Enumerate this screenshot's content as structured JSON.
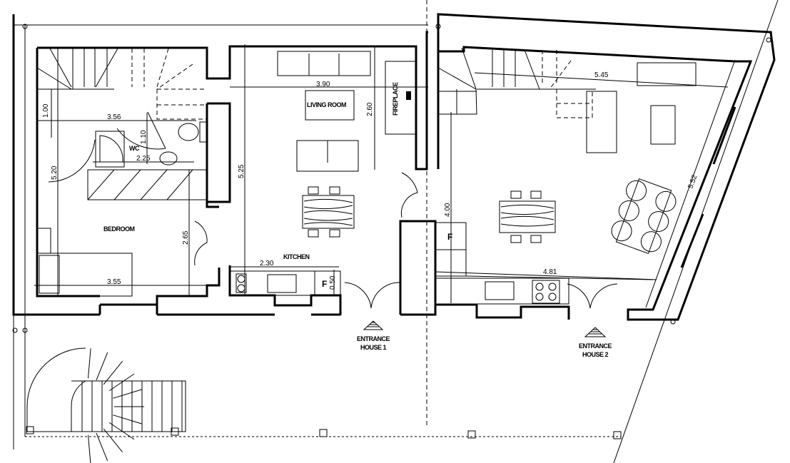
{
  "rooms": {
    "living_room": "LIVING ROOM",
    "fireplace": "FIREPLACE",
    "wc": "WC",
    "bedroom": "BEDROOM",
    "kitchen": "KITCHEN",
    "fridge_1": "F",
    "fridge_2": "F"
  },
  "entrances": {
    "house1_line1": "ENTRANCE",
    "house1_line2": "HOUSE 1",
    "house2_line1": "ENTRANCE",
    "house2_line2": "HOUSE 2"
  },
  "dimensions": {
    "living_width": "3.90",
    "living_depth": "2.60",
    "house1_depth": "5.25",
    "wc_width": "3.56",
    "stair_gap": "1.00",
    "wc_depth": "1.10",
    "wc_inner": "2.25",
    "bedroom_depth": "5.20",
    "bedroom_side": "2.65",
    "kitchen_width": "2.30",
    "kitchen_depth": "0.50",
    "bedroom_width": "3.55",
    "house2_width": "5.45",
    "house2_diag": "5.52",
    "house2_depth": "4.00",
    "house2_kitchen": "4.81"
  }
}
